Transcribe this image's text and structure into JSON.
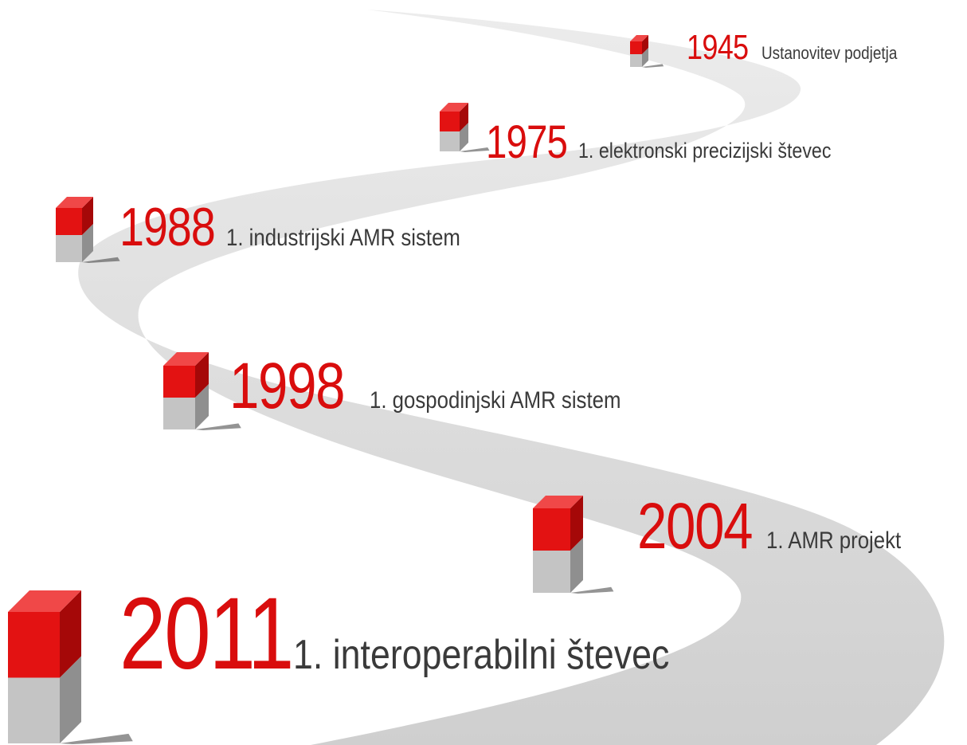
{
  "colors": {
    "road": "#d9d9d9",
    "marker_red": "#e31212",
    "marker_grey": "#c4c4c4",
    "year_text": "#d90d0d",
    "description_text": "#3a3a3a"
  },
  "milestones": [
    {
      "year": "1945",
      "description": "Ustanovitev podjetja"
    },
    {
      "year": "1975",
      "description": "1. elektronski precizijski števec"
    },
    {
      "year": "1988",
      "description": "1. industrijski AMR sistem"
    },
    {
      "year": "1998",
      "description": "1. gospodinjski AMR sistem"
    },
    {
      "year": "2004",
      "description": "1. AMR projekt"
    },
    {
      "year": "2011",
      "description": "1. interoperabilni števec"
    }
  ]
}
